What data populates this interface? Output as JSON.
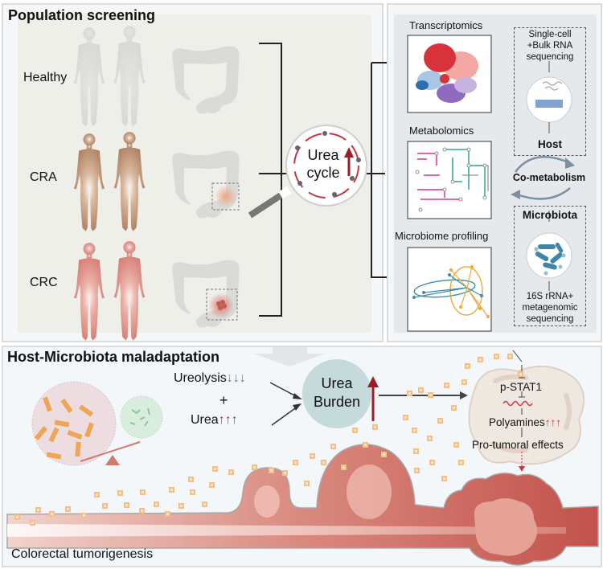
{
  "top_left": {
    "title": "Population screening",
    "groups": [
      {
        "label": "Healthy",
        "body_color": "#dcdcda",
        "lesion": "none"
      },
      {
        "label": "CRA",
        "body_color": "#b8896a",
        "lesion": "adenoma"
      },
      {
        "label": "CRC",
        "body_color": "#dd8a80",
        "lesion": "carcinoma"
      }
    ],
    "magnifier": {
      "line1": "Urea",
      "line2": "cycle",
      "trend": "up"
    }
  },
  "top_right": {
    "omics": [
      {
        "label": "Transcriptomics"
      },
      {
        "label": "Metabolomics"
      },
      {
        "label": "Microbiome profiling"
      }
    ],
    "host_box": {
      "method_line1": "Single-cell",
      "method_line2": "+Bulk RNA",
      "method_line3": "sequencing",
      "title": "Host"
    },
    "center_label": "Co-metabolism",
    "microbiota_box": {
      "title": "Microbiota",
      "method_line1": "16S rRNA+",
      "method_line2": "metagenomic",
      "method_line3": "sequencing"
    }
  },
  "bottom": {
    "title": "Host-Microbiota maladaptation",
    "ureolysis": {
      "label": "Ureolysis",
      "arrows": "↓↓↓"
    },
    "plus": "+",
    "urea": {
      "label": "Urea",
      "arrows": "↑↑↑"
    },
    "burden": {
      "line1": "Urea",
      "line2": "Burden"
    },
    "cell": {
      "step1": "p-STAT1",
      "step2": "Polyamines",
      "step2_arrows": "↑↑↑",
      "step3": "Pro-tumoral effects"
    },
    "caption": "Colorectal tumorigenesis"
  },
  "colors": {
    "up_arrow": "#a11c22",
    "down_arrow": "#3a8fd0",
    "urea_particle": "#f2c08a",
    "burden_fill": "#c4dadb",
    "tissue": "#d27a6e"
  }
}
